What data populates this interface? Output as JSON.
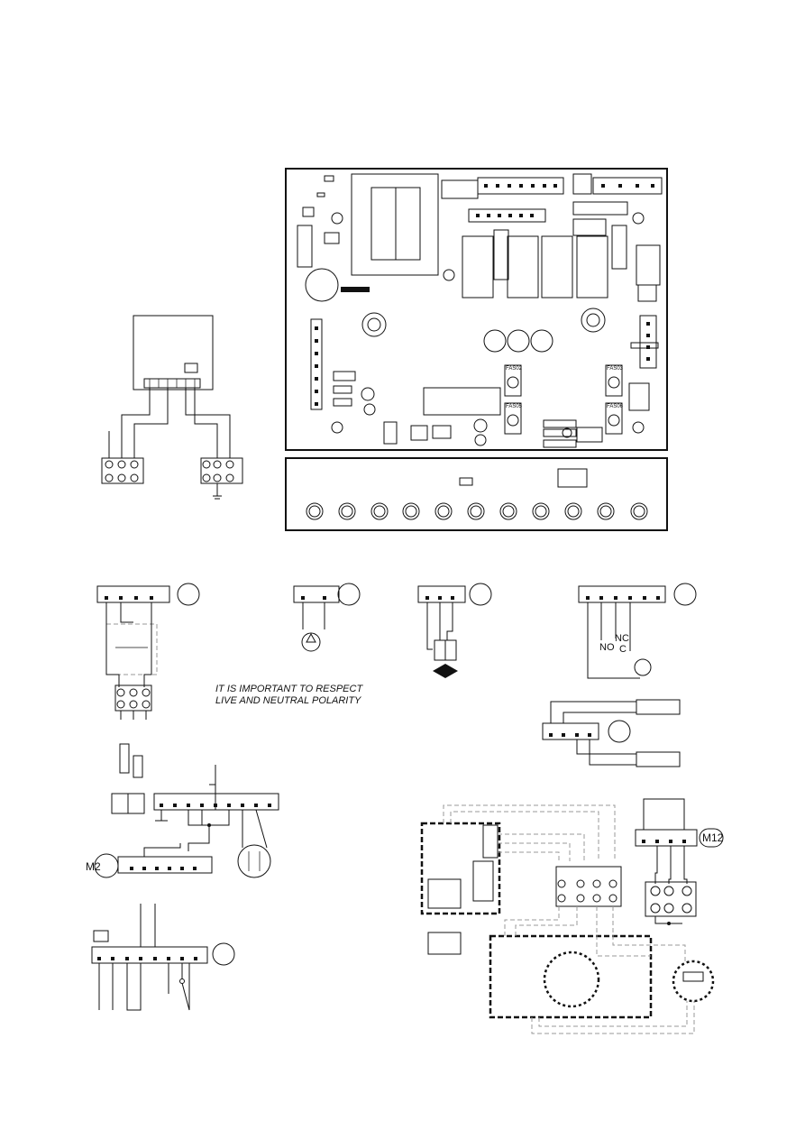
{
  "warning": {
    "line1": "IT IS IMPORTANT TO RESPECT",
    "line2": "LIVE AND NEUTRAL POLARITY"
  },
  "labels": {
    "no": "NO",
    "nc": "NC",
    "c": "C",
    "m2": "M2",
    "m12": "M12"
  },
  "pcb_fuses": [
    "FAS02",
    "FAS03",
    "FAS05",
    "FAS06"
  ],
  "colors": {
    "ink": "#111111",
    "dashed_wire": "#999999",
    "paper": "#ffffff"
  }
}
